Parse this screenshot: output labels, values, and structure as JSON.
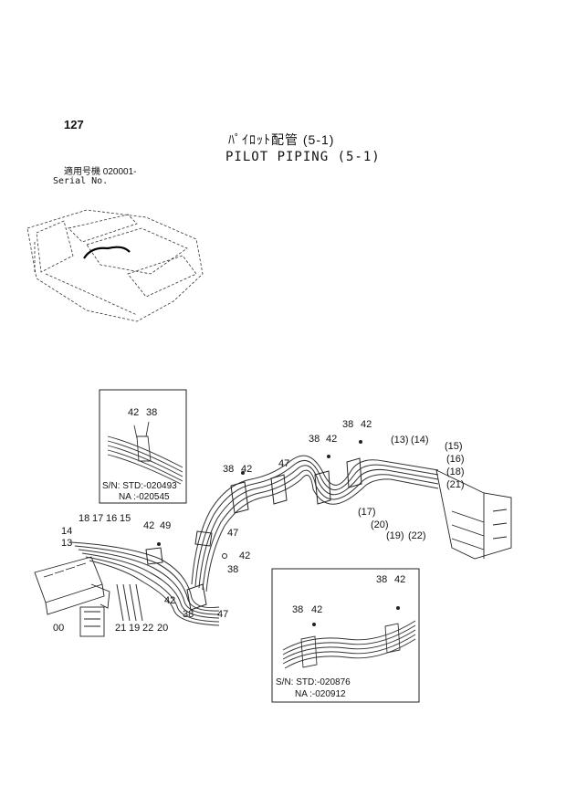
{
  "header": {
    "page_number": "127",
    "title_jp": "ﾊﾟｲﾛｯﾄ配管 (5-1)",
    "title_en": "PILOT PIPING (5-1)",
    "serial_jp": "適用号機 020001-",
    "serial_en": "Serial No."
  },
  "inset_top_left": {
    "callouts": [
      "42",
      "38"
    ],
    "serial_std": "S/N: STD:-020493",
    "serial_na": "NA :-020545"
  },
  "inset_bottom_right": {
    "callouts": [
      "38",
      "42",
      "38",
      "42"
    ],
    "serial_std": "S/N: STD:-020876",
    "serial_na": "NA :-020912"
  },
  "main_callouts": {
    "left_valve": [
      "18",
      "17",
      "16",
      "15",
      "14",
      "13",
      "00",
      "21",
      "19",
      "22",
      "20"
    ],
    "clamp_labels": [
      "42",
      "49",
      "42",
      "38",
      "47",
      "42",
      "38",
      "47",
      "38",
      "42",
      "47",
      "38",
      "42",
      "38",
      "42"
    ],
    "right_valve": [
      "(13)",
      "(14)",
      "(15)",
      "(16)",
      "(18)",
      "(21)",
      "(17)",
      "(20)",
      "(19)",
      "(22)"
    ]
  }
}
